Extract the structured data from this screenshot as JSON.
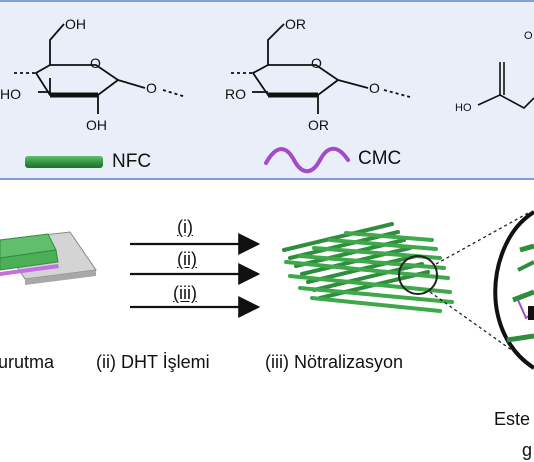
{
  "top_panel": {
    "nfc_unit": {
      "oh_top": "OH",
      "ho_left": "HO",
      "oh_bottom": "OH",
      "ring_o": "O",
      "link_o": "O"
    },
    "cmc_unit": {
      "or_top": "OR",
      "ro_left": "RO",
      "or_bottom": "OR",
      "ring_o": "O",
      "link_o": "O"
    },
    "acid_fragment": {
      "o_top": "O",
      "ho": "HO"
    },
    "legend": {
      "nfc_label": "NFC",
      "cmc_label": "CMC"
    },
    "colors": {
      "nfc_green": "#3a9d46",
      "cmc_purple": "#a24cc9",
      "panel_bg": "#e9eef8",
      "panel_border": "#7f9fd6"
    }
  },
  "process": {
    "arrows": [
      "(i)",
      "(ii)",
      "(iii)"
    ],
    "steps": [
      "urutma",
      "(ii) DHT İşlemi",
      "(iii) Nötralizasyon"
    ],
    "callout_text": [
      "Este",
      "g"
    ]
  }
}
